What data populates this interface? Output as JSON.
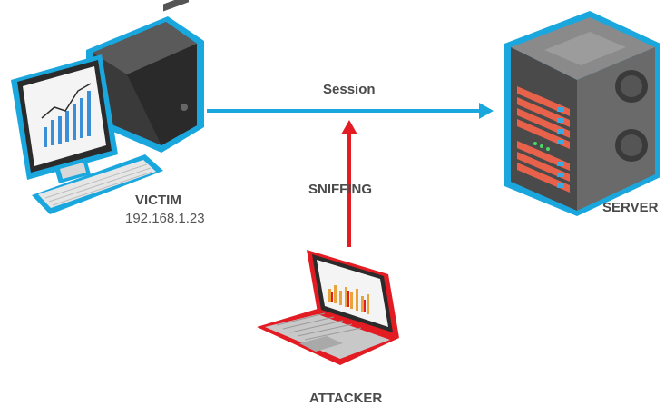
{
  "diagram": {
    "session_label": "Session",
    "sniffing_label": "SNIFFING",
    "victim": {
      "name": "VICTIM",
      "ip": "192.168.1.23"
    },
    "server": {
      "name": "SERVER"
    },
    "attacker": {
      "name": "ATTACKER"
    }
  },
  "colors": {
    "session_line": "#1aa7de",
    "sniff_arrow": "#e31b23",
    "victim_outline": "#1aa7de",
    "server_outline": "#1aa7de",
    "attacker_outline": "#e31b23",
    "label_text": "#4a4a4a"
  },
  "icons": [
    "desktop-computer-icon",
    "server-tower-icon",
    "laptop-icon"
  ]
}
